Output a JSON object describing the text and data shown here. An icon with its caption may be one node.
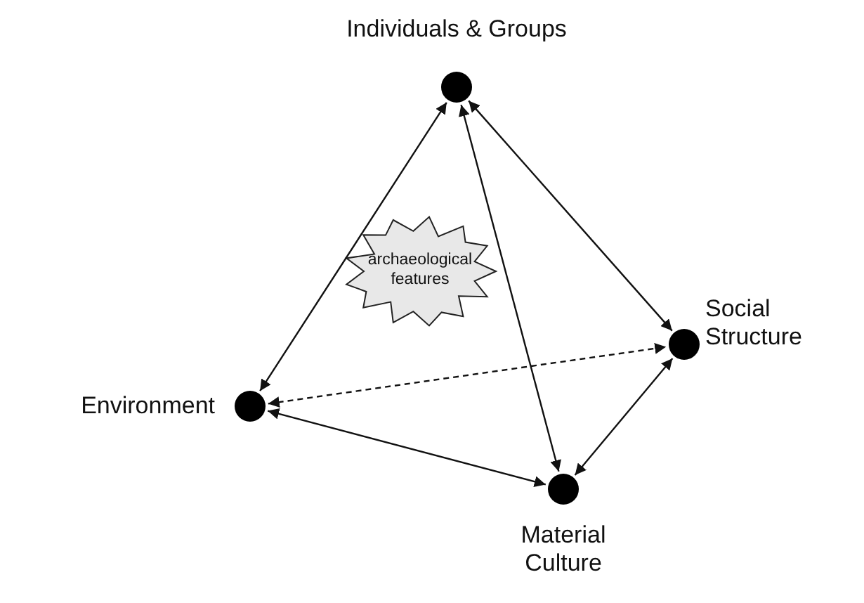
{
  "diagram": {
    "nodes": [
      {
        "text": [
          "Individuals & Groups"
        ]
      },
      {
        "text": [
          "Social Structure"
        ]
      },
      {
        "text": [
          "archaeological features"
        ]
      },
      {
        "text": [
          "Environment"
        ]
      },
      {
        "text": [
          "Material Culture"
        ]
      }
    ],
    "edges": [
      {
        "from": 0,
        "to": 3,
        "arrow": "both"
      },
      {
        "from": 0,
        "to": 1,
        "arrow": "both"
      },
      {
        "from": 0,
        "to": 4,
        "arrow": "both"
      },
      {
        "from": 3,
        "to": 1,
        "arrow": "both",
        "style": "dashed"
      },
      {
        "from": 3,
        "to": 4,
        "arrow": "both"
      },
      {
        "from": 1,
        "to": 4,
        "arrow": "both"
      }
    ]
  }
}
